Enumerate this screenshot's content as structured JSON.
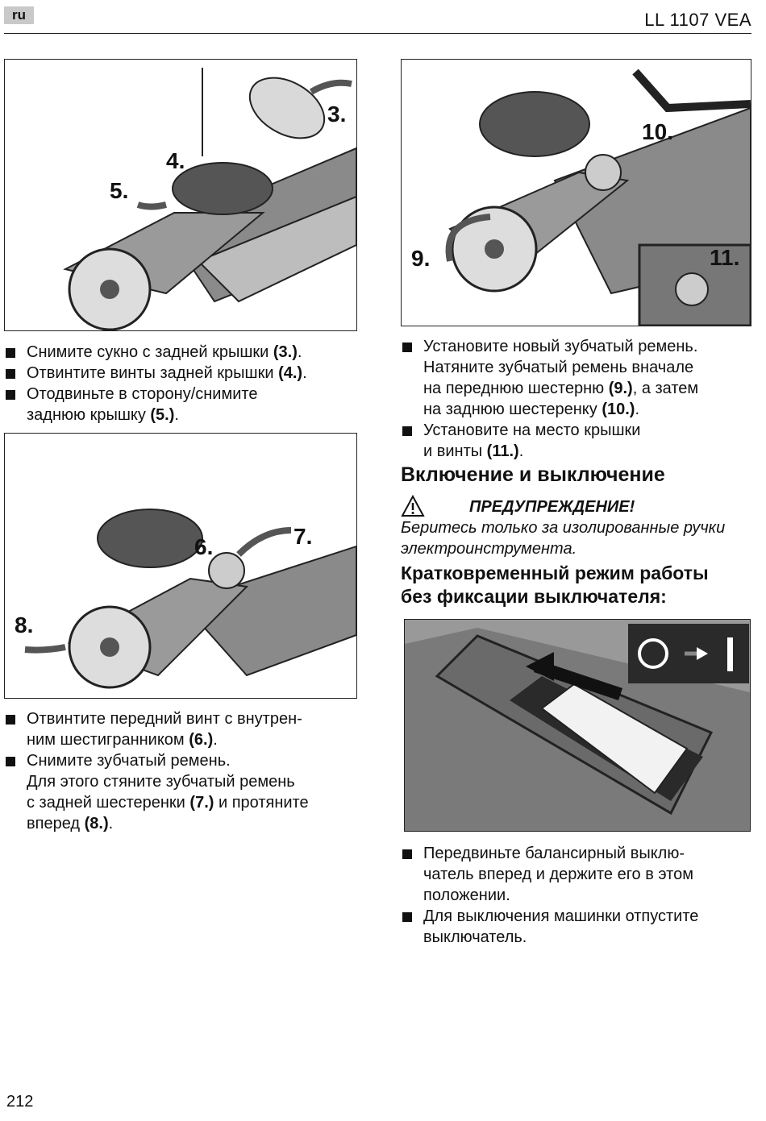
{
  "header": {
    "language": "ru",
    "model": "LL 1107 VEA"
  },
  "figures": {
    "fig1": {
      "callouts": [
        "3.",
        "4.",
        "5."
      ]
    },
    "fig2": {
      "callouts": [
        "6.",
        "7.",
        "8."
      ]
    },
    "fig3": {
      "callouts": [
        "10.",
        "9.",
        "11."
      ]
    }
  },
  "left_list1": [
    {
      "text": "Снимите сукно с задней крышки ",
      "ref": "(3.)",
      "tail": "."
    },
    {
      "text": "Отвинтите винты задней крышки ",
      "ref": "(4.)",
      "tail": "."
    },
    {
      "text": "Отодвиньте в сторону/снимите",
      "text2": "заднюю крышку ",
      "ref": "(5.)",
      "tail": "."
    }
  ],
  "left_list2": [
    {
      "text": "Отвинтите передний винт с внутрен-",
      "text2": "ним шестигранником ",
      "ref": "(6.)",
      "tail": "."
    },
    {
      "text": "Снимите зубчатый ремень.",
      "l2": "Для этого стяните зубчатый ремень",
      "l3a": "с задней шестеренки ",
      "ref1": "(7.)",
      "l3b": " и протяните",
      "l4": "вперед ",
      "ref2": "(8.)",
      "tail": "."
    }
  ],
  "right_list1": [
    {
      "l1": "Установите новый зубчатый ремень.",
      "l2": "Натяните зубчатый ремень вначале",
      "l3a": "на переднюю шестерню ",
      "ref1": "(9.)",
      "l3b": ", а затем",
      "l4a": "на заднюю шестеренку ",
      "ref2": "(10.)",
      "tail": "."
    },
    {
      "l1": "Установите на место крышки",
      "l2a": "и винты ",
      "ref": "(11.)",
      "tail": "."
    }
  ],
  "section_heading": "Включение и выключение",
  "warning": {
    "title": "ПРЕДУПРЕЖДЕНИЕ!",
    "line1": "Беритесь только за изолированные ручки",
    "line2": "электроинструмента."
  },
  "sub_heading": {
    "line1": "Кратковременный режим работы",
    "line2": "без фиксации выключателя:"
  },
  "right_list2": [
    {
      "l1": "Передвиньте балансирный выклю-",
      "l2": "чатель вперед и держите его в этом",
      "l3": "положении."
    },
    {
      "l1": "Для выключения машинки отпустите",
      "l2": "выключатель."
    }
  ],
  "page_number": "212"
}
